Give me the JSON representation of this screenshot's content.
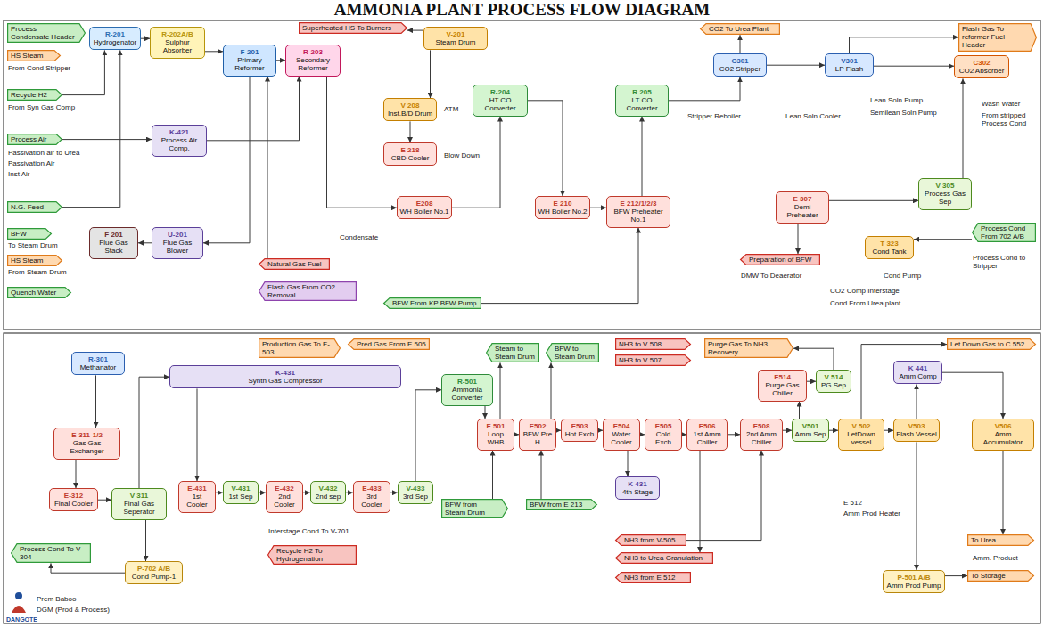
{
  "diagram": {
    "title": "AMMONIA PLANT PROCESS FLOW DIAGRAM",
    "nodes": [
      {
        "text": [
          "Process Condensate Header"
        ]
      },
      {
        "text": [
          "HS Steam"
        ]
      },
      {
        "text": [
          "Recycle H2"
        ]
      },
      {
        "text": [
          "Process Air"
        ]
      },
      {
        "text": [
          "N.G. Feed"
        ]
      },
      {
        "text": [
          "BFW"
        ]
      },
      {
        "text": [
          "HS Steam"
        ]
      },
      {
        "text": [
          "Quench Water"
        ]
      },
      {
        "text": [
          "R-201",
          "Hydrogenator"
        ]
      },
      {
        "text": [
          "R-202A/B",
          "Sulphur Absorber"
        ]
      },
      {
        "text": [
          "K-421",
          "Process Air Comp."
        ]
      },
      {
        "text": [
          "F 201",
          "Flue Gas Stack"
        ]
      },
      {
        "text": [
          "U-201",
          "Flue Gas Blower"
        ]
      },
      {
        "text": [
          "F-201",
          "Primary Reformer"
        ]
      },
      {
        "text": [
          "R-203",
          "Secondary Reformer"
        ]
      },
      {
        "text": [
          "V-201",
          "Steam Drum"
        ]
      },
      {
        "text": [
          "V 208",
          "Inst.B/D Drum"
        ]
      },
      {
        "text": [
          "E 218",
          "CBD Cooler"
        ]
      },
      {
        "text": [
          "E208",
          "WH Boiler No.1"
        ]
      },
      {
        "text": [
          "R-204",
          "HT CO Converter"
        ]
      },
      {
        "text": [
          "E 210",
          "WH Boiler No.2"
        ]
      },
      {
        "text": [
          "E 212/1/2/3",
          "BFW Preheater No.1"
        ]
      },
      {
        "text": [
          "R 205",
          "LT CO Converter"
        ]
      },
      {
        "text": [
          "C301",
          "CO2 Stripper"
        ]
      },
      {
        "text": [
          "V301",
          "LP Flash"
        ]
      },
      {
        "text": [
          "C302",
          "CO2 Absorber"
        ]
      },
      {
        "text": [
          "V 305",
          "Process Gas Sep"
        ]
      },
      {
        "text": [
          "T 323",
          "Cond Tank"
        ]
      },
      {
        "text": [
          "E 307",
          "Demi Preheater"
        ]
      },
      {
        "text": [
          "CO2 To Urea Plant"
        ]
      },
      {
        "text": [
          "Flash Gas To reformer Fuel Header"
        ]
      },
      {
        "text": [
          "Superheated HS To Burners"
        ]
      },
      {
        "text": [
          "Natural Gas Fuel"
        ]
      },
      {
        "text": [
          "Flash Gas From CO2 Removal"
        ]
      },
      {
        "text": [
          "BFW From KP BFW Pump"
        ]
      },
      {
        "text": [
          "Preparation of BFW"
        ]
      },
      {
        "text": [
          "Process Cond From 702 A/B"
        ]
      },
      {
        "text": [
          "R-301",
          "Methanator"
        ]
      },
      {
        "text": [
          "E-311-1/2",
          "Gas Gas Exchanger"
        ]
      },
      {
        "text": [
          "E-312",
          "Final Cooler"
        ]
      },
      {
        "text": [
          "V 311",
          "Final Gas Seperator"
        ]
      },
      {
        "text": [
          "Process Cond To V 304"
        ]
      },
      {
        "text": [
          "P-702 A/B",
          "Cond Pump-1"
        ]
      },
      {
        "text": [
          "K-431",
          "Synth Gas Compressor"
        ]
      },
      {
        "text": [
          "E-431",
          "1st Cooler"
        ]
      },
      {
        "text": [
          "V-431",
          "1st Sep"
        ]
      },
      {
        "text": [
          "E-432",
          "2nd Cooler"
        ]
      },
      {
        "text": [
          "V-432",
          "2nd sep"
        ]
      },
      {
        "text": [
          "E-433",
          "3rd Cooler"
        ]
      },
      {
        "text": [
          "V-433",
          "3rd Sep"
        ]
      },
      {
        "text": [
          "Recycle H2 To Hydrogenation"
        ]
      },
      {
        "text": [
          "Production Gas To E-503"
        ]
      },
      {
        "text": [
          "Pred Gas From E 505"
        ]
      },
      {
        "text": [
          "R-501",
          "Ammonia Converter"
        ]
      },
      {
        "text": [
          "Steam to Steam Drum"
        ]
      },
      {
        "text": [
          "BFW to Steam Drum"
        ]
      },
      {
        "text": [
          "E 501",
          "Loop WHB"
        ]
      },
      {
        "text": [
          "E502",
          "BFW Pre H"
        ]
      },
      {
        "text": [
          "E503",
          "Hot Exch"
        ]
      },
      {
        "text": [
          "E504",
          "Water Cooler"
        ]
      },
      {
        "text": [
          "E505",
          "Cold Exch"
        ]
      },
      {
        "text": [
          "E506",
          "1st Amm Chiller"
        ]
      },
      {
        "text": [
          "E508",
          "2nd Amm Chiller"
        ]
      },
      {
        "text": [
          "V501",
          "Amm Sep"
        ]
      },
      {
        "text": [
          "V 502",
          "LetDown vessel"
        ]
      },
      {
        "text": [
          "V503",
          "Flash Vessel"
        ]
      },
      {
        "text": [
          "E514",
          "Purge Gas Chiller"
        ]
      },
      {
        "text": [
          "V 514",
          "PG Sep"
        ]
      },
      {
        "text": [
          "Purge Gas To NH3 Recovery"
        ]
      },
      {
        "text": [
          "NH3 to V 508"
        ]
      },
      {
        "text": [
          "NH3 to V 507"
        ]
      },
      {
        "text": [
          "K 441",
          "Amm Comp"
        ]
      },
      {
        "text": [
          "V506",
          "Amm Accumulator"
        ]
      },
      {
        "text": [
          "Let Down Gas to C 552"
        ]
      },
      {
        "text": [
          "To Urea"
        ]
      },
      {
        "text": [
          "To Storage"
        ]
      },
      {
        "text": [
          "P-501 A/B",
          "Amm Prod Pump"
        ]
      },
      {
        "text": [
          "NH3 from V-505"
        ]
      },
      {
        "text": [
          "NH3 to Urea Granulation"
        ]
      },
      {
        "text": [
          "NH3 from E 512"
        ]
      },
      {
        "text": [
          "BFW from Steam Drum"
        ]
      },
      {
        "text": [
          "BFW from E 213"
        ]
      },
      {
        "text": [
          "K 431",
          "4th Stage"
        ]
      }
    ],
    "edges": [
      {
        "from": 4,
        "to": 8,
        "arrow": "to"
      },
      {
        "from": 2,
        "to": 8,
        "arrow": "to"
      },
      {
        "from": 3,
        "to": 10,
        "arrow": "to"
      },
      {
        "from": 8,
        "to": 9,
        "arrow": "to"
      },
      {
        "from": 9,
        "to": 13,
        "arrow": "to"
      },
      {
        "from": 13,
        "to": 14,
        "arrow": "to"
      },
      {
        "from": 10,
        "to": 14,
        "arrow": "to"
      },
      {
        "from": 13,
        "to": 12,
        "arrow": "to"
      },
      {
        "from": 12,
        "to": 11,
        "arrow": "to"
      },
      {
        "from": 14,
        "to": 18,
        "arrow": "to"
      },
      {
        "from": 18,
        "to": 19,
        "arrow": "to"
      },
      {
        "from": 19,
        "to": 20,
        "arrow": "to"
      },
      {
        "from": 20,
        "to": 21,
        "arrow": "to"
      },
      {
        "from": 21,
        "to": 22,
        "arrow": "to"
      },
      {
        "from": 22,
        "to": 23,
        "arrow": "to"
      },
      {
        "from": 23,
        "to": 29,
        "arrow": "to"
      },
      {
        "from": 23,
        "to": 24,
        "arrow": "to"
      },
      {
        "from": 24,
        "to": 25,
        "arrow": "to"
      },
      {
        "from": 24,
        "to": 30,
        "arrow": "to"
      },
      {
        "from": 26,
        "to": 25,
        "arrow": "to"
      },
      {
        "from": 28,
        "to": 26,
        "arrow": "to"
      },
      {
        "from": 28,
        "to": 35,
        "arrow": "to"
      },
      {
        "from": 36,
        "to": 27,
        "arrow": "to"
      },
      {
        "from": 15,
        "to": 31,
        "arrow": "to"
      },
      {
        "from": 15,
        "to": 16,
        "arrow": "to"
      },
      {
        "from": 16,
        "to": 17,
        "arrow": "to"
      },
      {
        "from": 32,
        "to": 13,
        "arrow": "to"
      },
      {
        "from": 34,
        "to": 21,
        "arrow": "to"
      },
      {
        "from": 37,
        "to": 38,
        "arrow": "to"
      },
      {
        "from": 38,
        "to": 39,
        "arrow": "to"
      },
      {
        "from": 39,
        "to": 40,
        "arrow": "to"
      },
      {
        "from": 40,
        "to": 42,
        "arrow": "to"
      },
      {
        "from": 42,
        "to": 41,
        "arrow": "to"
      },
      {
        "from": 40,
        "to": 43,
        "arrow": "to"
      },
      {
        "from": 43,
        "to": 44,
        "arrow": "to"
      },
      {
        "from": 44,
        "to": 45,
        "arrow": "to"
      },
      {
        "from": 45,
        "to": 46,
        "arrow": "to"
      },
      {
        "from": 46,
        "to": 47,
        "arrow": "to"
      },
      {
        "from": 47,
        "to": 48,
        "arrow": "to"
      },
      {
        "from": 48,
        "to": 49,
        "arrow": "to"
      },
      {
        "from": 49,
        "to": 53,
        "arrow": "to"
      },
      {
        "from": 53,
        "to": 56,
        "arrow": "to"
      },
      {
        "from": 56,
        "to": 57,
        "arrow": "to"
      },
      {
        "from": 57,
        "to": 58,
        "arrow": "to"
      },
      {
        "from": 58,
        "to": 59,
        "arrow": "to"
      },
      {
        "from": 59,
        "to": 60,
        "arrow": "to"
      },
      {
        "from": 60,
        "to": 61,
        "arrow": "to"
      },
      {
        "from": 61,
        "to": 62,
        "arrow": "to"
      },
      {
        "from": 62,
        "to": 63,
        "arrow": "to"
      },
      {
        "from": 63,
        "to": 64,
        "arrow": "to"
      },
      {
        "from": 64,
        "to": 65,
        "arrow": "to"
      },
      {
        "from": 56,
        "to": 54,
        "arrow": "to"
      },
      {
        "from": 57,
        "to": 55,
        "arrow": "to"
      },
      {
        "from": 80,
        "to": 56,
        "arrow": "to"
      },
      {
        "from": 81,
        "to": 57,
        "arrow": "to"
      },
      {
        "from": 59,
        "to": 82,
        "arrow": "to"
      },
      {
        "from": 63,
        "to": 66,
        "arrow": "to"
      },
      {
        "from": 66,
        "to": 67,
        "arrow": "to"
      },
      {
        "from": 67,
        "to": 68,
        "arrow": "to"
      },
      {
        "from": 65,
        "to": 71,
        "arrow": "to"
      },
      {
        "from": 71,
        "to": 72,
        "arrow": "to"
      },
      {
        "from": 72,
        "to": 74,
        "arrow": "to"
      },
      {
        "from": 65,
        "to": 76,
        "arrow": "to"
      },
      {
        "from": 76,
        "to": 75,
        "arrow": "to"
      },
      {
        "from": 61,
        "to": 78,
        "arrow": "to"
      },
      {
        "from": 77,
        "to": 62,
        "arrow": "to"
      },
      {
        "from": 64,
        "to": 73,
        "arrow": "to"
      }
    ],
    "labels": [
      "From Cond Stripper",
      "From Syn Gas Comp",
      "Passivation air to Urea",
      "Passivation Air",
      "Inst Air",
      "To Steam Drum",
      "From Steam Drum",
      "ATM",
      "Blow Down",
      "Condensate",
      "Stripper Reboiler",
      "Lean Soln Cooler",
      "Lean Soln Pump",
      "Semilean Soln Pump",
      "Wash Water",
      "From stripped Process Cond",
      "DMW To Deaerator",
      "Cond Pump",
      "CO2 Comp Interstage",
      "Cond From Urea plant",
      "Process Cond to Stripper",
      "Interstage Cond To V-701",
      "E 512",
      "Amm Prod Heater",
      "Amm. Product",
      "Prem Baboo",
      "DGM (Prod & Process)",
      "DANGOTE"
    ]
  }
}
